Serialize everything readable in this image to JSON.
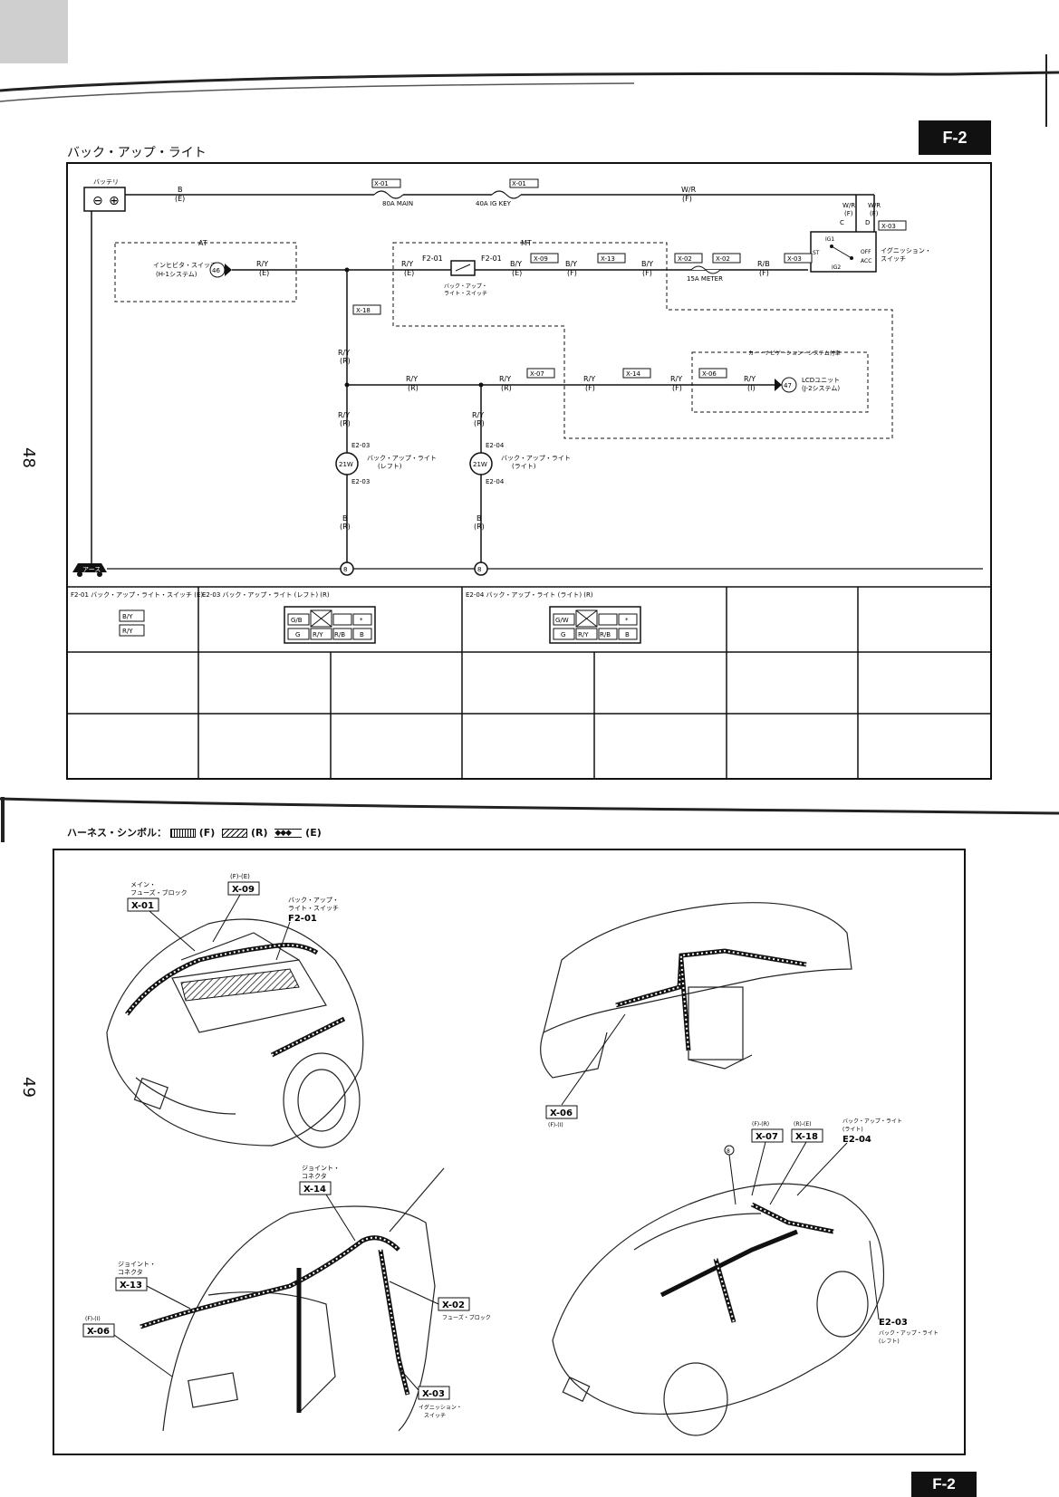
{
  "page": {
    "section_tag": "F-2",
    "page_top": "48",
    "page_bottom": "49",
    "title": "バック・アップ・ライト"
  },
  "schematic": {
    "battery": "バッテリ",
    "ground": "アース",
    "main_wire": {
      "color": "B",
      "harness": "(E)"
    },
    "main_wire2": {
      "color": "W/R",
      "harness": "(F)"
    },
    "fuse_main": {
      "conn": "X-01",
      "label": "80A MAIN"
    },
    "fuse_ig": {
      "conn": "X-01",
      "label": "40A IG KEY"
    },
    "ign_switch": {
      "label1": "イグニッション・",
      "label2": "スイッチ",
      "conn": "X-03",
      "wire_c": "W/R",
      "wire_c_h": "(F)",
      "wire_d": "W/R",
      "wire_d_h": "(F)",
      "pin_c": "C",
      "pin_d": "D",
      "pos_ig1": "IG1",
      "pos_st": "ST",
      "pos_off": "OFF",
      "pos_acc": "ACC",
      "pos_ig2": "IG2"
    },
    "at_label": "AT",
    "mt_label": "MT",
    "inhibitor": {
      "label1": "インヒビタ・スイッチ",
      "label2": "(H-1システム)",
      "num": "46",
      "wire": "R/Y",
      "wire_h": "(E)"
    },
    "f2_01_left": "F2-01",
    "f2_01_right": "F2-01",
    "backup_switch": {
      "label1": "バック・アップ・",
      "label2": "ライト・スイッチ"
    },
    "mt_wires": {
      "w1": "R/Y",
      "w1h": "(E)",
      "w2": "B/Y",
      "w2h": "(E)",
      "w3": "B/Y",
      "w3h": "(F)",
      "w4": "B/Y",
      "w4h": "(F)",
      "w5": "R/B",
      "w5h": "(F)"
    },
    "conns": {
      "x09": "X-09",
      "x13": "X-13",
      "x02a": "X-02",
      "x02b": "X-02",
      "x03": "X-03",
      "x18": "X-18",
      "x07": "X-07",
      "x14": "X-14",
      "x06": "X-06"
    },
    "meter_fuse": "15A METER",
    "riser": {
      "w": "R/Y",
      "h": "(R)"
    },
    "bus": {
      "w": "R/Y",
      "h": "(R)"
    },
    "bus2": {
      "w": "R/Y",
      "h": "(R)"
    },
    "bus3": {
      "w": "R/Y",
      "h": "(F)"
    },
    "bus4": {
      "w": "R/Y",
      "h": "(F)"
    },
    "bus5": {
      "w": "R/Y",
      "h": "(I)"
    },
    "navi": {
      "label": "カー・ナビゲーション・システム付車",
      "unit": "LCDユニット",
      "unit2": "(J-2システム)",
      "num": "47"
    },
    "lamp_left": {
      "watt": "21W",
      "label1": "バック・アップ・ライト",
      "label2": "(レフト)",
      "c_top": "E2-03",
      "c_bot": "E2-03",
      "wire_top": "R/Y",
      "wire_top_h": "(R)",
      "wire_bot": "B",
      "wire_bot_h": "(R)"
    },
    "lamp_right": {
      "watt": "21W",
      "label1": "バック・アップ・ライト",
      "label2": "(ライト)",
      "c_top": "E2-04",
      "c_bot": "E2-04",
      "wire_top": "R/Y",
      "wire_top_h": "(R)",
      "wire_bot": "B",
      "wire_bot_h": "(R)"
    },
    "ground_num": "8"
  },
  "connectors": {
    "f2_01": {
      "title": "F2-01 バック・アップ・ライト・スイッチ (E)",
      "pins": [
        "B/Y",
        "R/Y"
      ]
    },
    "e2_03": {
      "title": "E2-03 バック・アップ・ライト (レフト) (R)",
      "top": [
        "G/B",
        "",
        "",
        "*"
      ],
      "bottom": [
        "G",
        "R/Y",
        "R/B",
        "B"
      ]
    },
    "e2_04": {
      "title": "E2-04 バック・アップ・ライト (ライト) (R)",
      "top": [
        "G/W",
        "",
        "",
        "*"
      ],
      "bottom": [
        "G",
        "R/Y",
        "R/B",
        "B"
      ]
    }
  },
  "harness": {
    "legend": "ハーネス・シンボル：",
    "legend_f": "(F)",
    "legend_r": "(R)",
    "legend_e": "(E)",
    "engine": {
      "main_fuse1": "メイン・",
      "main_fuse2": "フューズ・ブロック",
      "x01": "X-01",
      "x09_h": "(F)-(E)",
      "x09": "X-09",
      "sw1": "バック・アップ・",
      "sw2": "ライト・スイッチ",
      "f2_01": "F2-01"
    },
    "dash": {
      "x06": "X-06",
      "x06_h": "(F)-(I)"
    },
    "interior": {
      "jc1": "ジョイント・",
      "jc2": "コネクタ",
      "x14": "X-14",
      "jc3": "ジョイント・",
      "jc4": "コネクタ",
      "x13": "X-13",
      "x06_h": "(F)-(I)",
      "x06": "X-06",
      "x02": "X-02",
      "fuse_block": "フューズ・ブロック",
      "x03": "X-03",
      "ign1": "イグニッション・",
      "ign2": "スイッチ"
    },
    "rear": {
      "x07_h": "(F)-(R)",
      "x07": "X-07",
      "x18_h": "(R)-(E)",
      "x18": "X-18",
      "bl1": "バック・アップ・ライト",
      "bl2": "(ライト)",
      "e2_04": "E2-04",
      "e2_03": "E2-03",
      "bl3": "バック・アップ・ライト",
      "bl4": "(レフト)",
      "gnd": "8"
    }
  }
}
